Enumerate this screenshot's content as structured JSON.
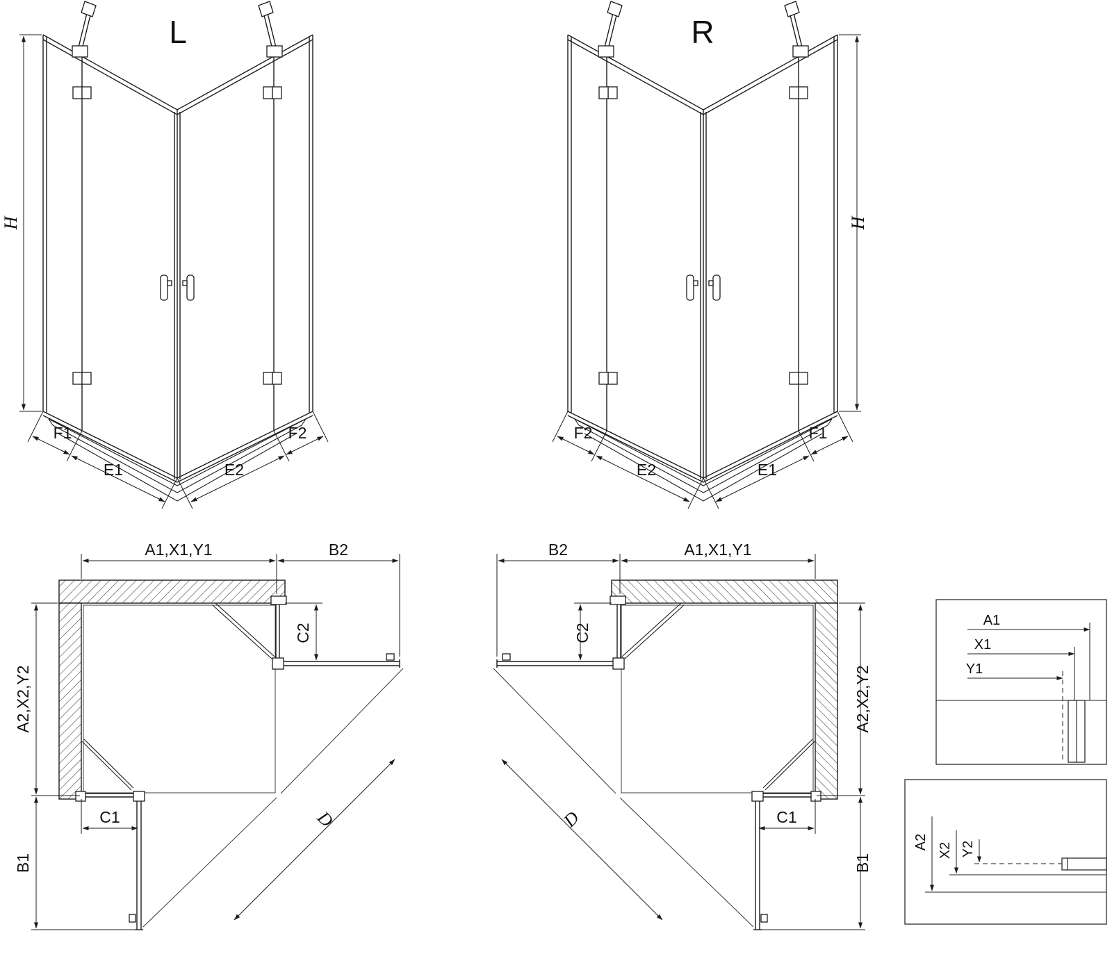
{
  "front_views": {
    "left": {
      "title": "L",
      "h": "H",
      "f1": "F1",
      "e1": "E1",
      "e2": "E2",
      "f2": "F2"
    },
    "right": {
      "title": "R",
      "h": "H",
      "f1": "F1",
      "e1": "E1",
      "e2": "E2",
      "f2": "F2"
    }
  },
  "plan_views": {
    "left": {
      "a1": "A1,X1,Y1",
      "b2": "B2",
      "c2": "C2",
      "a2": "A2,X2,Y2",
      "c1": "C1",
      "b1": "B1",
      "d": "D"
    },
    "right": {
      "a1": "A1,X1,Y1",
      "b2": "B2",
      "c2": "C2",
      "a2": "A2,X2,Y2",
      "c1": "C1",
      "b1": "B1",
      "d": "D"
    }
  },
  "details": {
    "horizontal_section": {
      "a1": "A1",
      "x1": "X1",
      "y1": "Y1"
    },
    "vertical_section": {
      "a2": "A2",
      "x2": "X2",
      "y2": "Y2"
    }
  },
  "colors": {
    "line": "#1c1c1c",
    "background": "#ffffff"
  }
}
